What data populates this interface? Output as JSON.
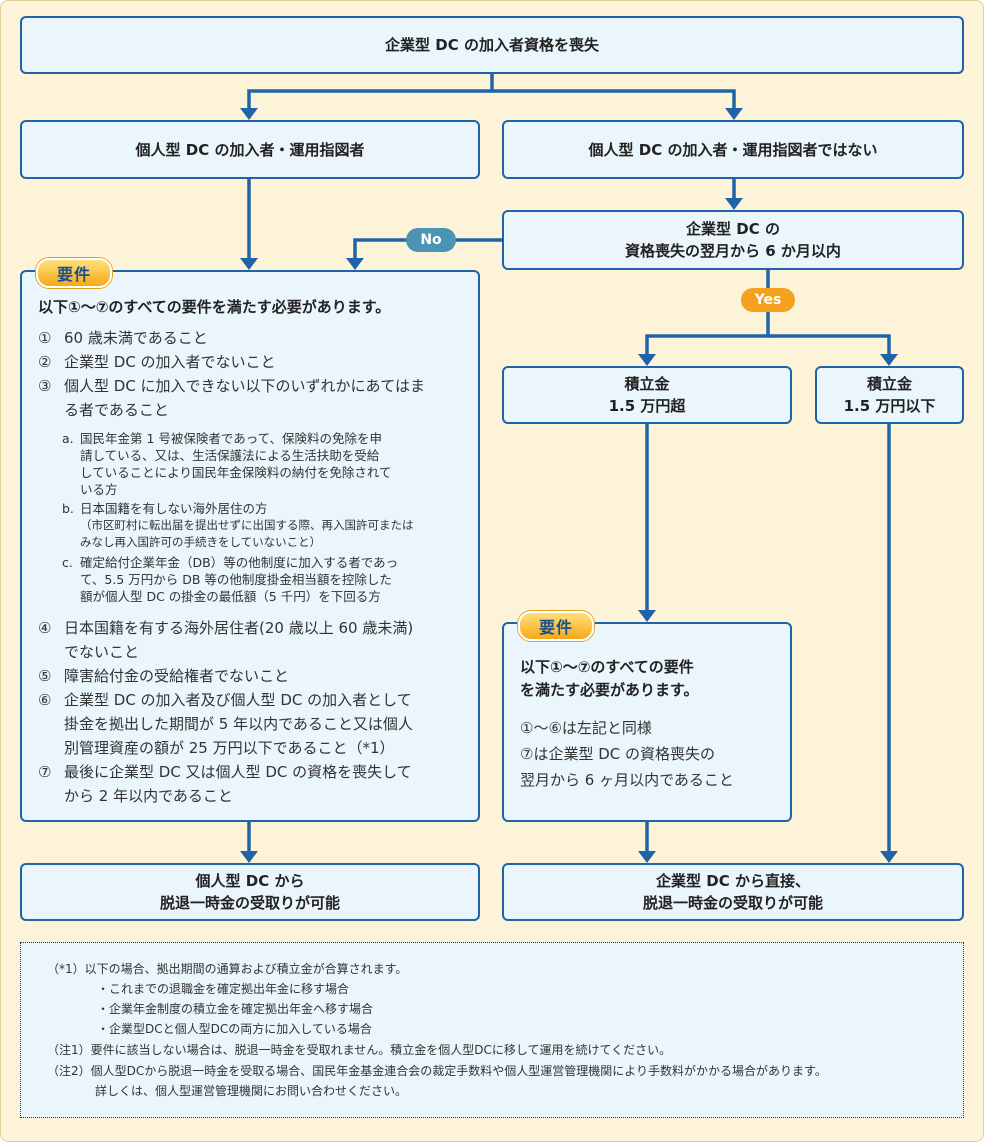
{
  "top": "企業型 DC の加入者資格を喪失",
  "left_branch": "個人型 DC の加入者・運用指図者",
  "right_branch": "個人型 DC の加入者・運用指図者ではない",
  "condition": [
    "企業型 DC の",
    "資格喪失の翌月から 6 か月以内"
  ],
  "no_label": "No",
  "yes_label": "Yes",
  "requirement_tag": "要件",
  "amount_over": [
    "積立金",
    "1.5 万円超"
  ],
  "amount_under": [
    "積立金",
    "1.5 万円以下"
  ],
  "left_requirements": {
    "heading": "以下①〜⑦のすべての要件を満たす必要があります。",
    "items": [
      {
        "num": "①",
        "lines": [
          "60 歳未満であること"
        ]
      },
      {
        "num": "②",
        "lines": [
          "企業型 DC の加入者でないこと"
        ]
      },
      {
        "num": "③",
        "lines": [
          "個人型 DC に加入できない以下のいずれかにあてはま",
          "る者であること"
        ]
      },
      {
        "num": "④",
        "lines": [
          "日本国籍を有する海外居住者(20 歳以上 60 歳未満)",
          "でないこと"
        ]
      },
      {
        "num": "⑤",
        "lines": [
          "障害給付金の受給権者でないこと"
        ]
      },
      {
        "num": "⑥",
        "lines": [
          "企業型 DC の加入者及び個人型 DC の加入者として",
          "掛金を拠出した期間が 5 年以内であること又は個人",
          "別管理資産の額が 25 万円以下であること（*1）"
        ]
      },
      {
        "num": "⑦",
        "lines": [
          "最後に企業型 DC 又は個人型 DC の資格を喪失して",
          "から 2 年以内であること"
        ]
      }
    ],
    "subitems": [
      {
        "num": "a.",
        "lines": [
          "国民年金第 1 号被保険者であって、保険料の免除を申",
          "請している、又は、生活保護法による生活扶助を受給",
          "していることにより国民年金保険料の納付を免除されて",
          "いる方"
        ]
      },
      {
        "num": "b.",
        "lines": [
          "日本国籍を有しない海外居住の方",
          "（市区町村に転出届を提出せずに出国する際、再入国許可または",
          "みなし再入国許可の手続きをしていないこと）"
        ]
      },
      {
        "num": "c.",
        "lines": [
          "確定給付企業年金（DB）等の他制度に加入する者であっ",
          "て、5.5 万円から DB 等の他制度掛金相当額を控除した",
          "額が個人型 DC の掛金の最低額（5 千円）を下回る方"
        ]
      }
    ]
  },
  "right_requirements": {
    "heading": [
      "以下①〜⑦のすべての要件",
      "を満たす必要があります。"
    ],
    "lines": [
      "①〜⑥は左記と同様",
      "⑦は企業型 DC の資格喪失の",
      "翌月から 6 ヶ月以内であること"
    ]
  },
  "result_left": [
    "個人型 DC から",
    "脱退一時金の受取りが可能"
  ],
  "result_right": [
    "企業型 DC から直接、",
    "脱退一時金の受取りが可能"
  ],
  "notes": [
    "（*1）以下の場合、拠出期間の通算および積立金が合算されます。",
    "・これまでの退職金を確定拠出年金に移す場合",
    "・企業年金制度の積立金を確定拠出年金へ移す場合",
    "・企業型DCと個人型DCの両方に加入している場合",
    "（注1）要件に該当しない場合は、脱退一時金を受取れません。積立金を個人型DCに移して運用を続けてください。",
    "（注2）個人型DCから脱退一時金を受取る場合、国民年金基金連合会の裁定手数料や個人型運営管理機関により手数料がかかる場合があります。",
    "詳しくは、個人型運営管理機関にお問い合わせください。"
  ],
  "colors": {
    "box_border": "#1f64a8",
    "box_fill": "#eaf5fc",
    "background": "#fcf3d8",
    "no_badge": "#4c94b4",
    "yes_badge": "#f4a11f"
  }
}
